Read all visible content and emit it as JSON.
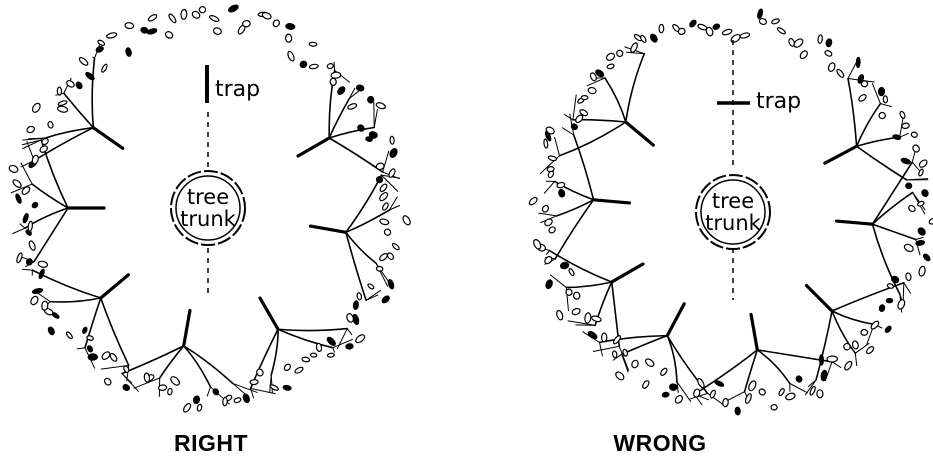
{
  "diagrams": [
    {
      "caption": "RIGHT",
      "trap_label": "trap",
      "trunk_label_line1": "tree",
      "trunk_label_line2": "trunk",
      "trap_orientation": "vertical"
    },
    {
      "caption": "WRONG",
      "trap_label": "trap",
      "trunk_label_line1": "tree",
      "trunk_label_line2": "trunk",
      "trap_orientation": "horizontal"
    }
  ],
  "colors": {
    "ink": "#000000",
    "background": "#ffffff"
  },
  "icons": [
    "leaf-icon",
    "branch-icon"
  ]
}
